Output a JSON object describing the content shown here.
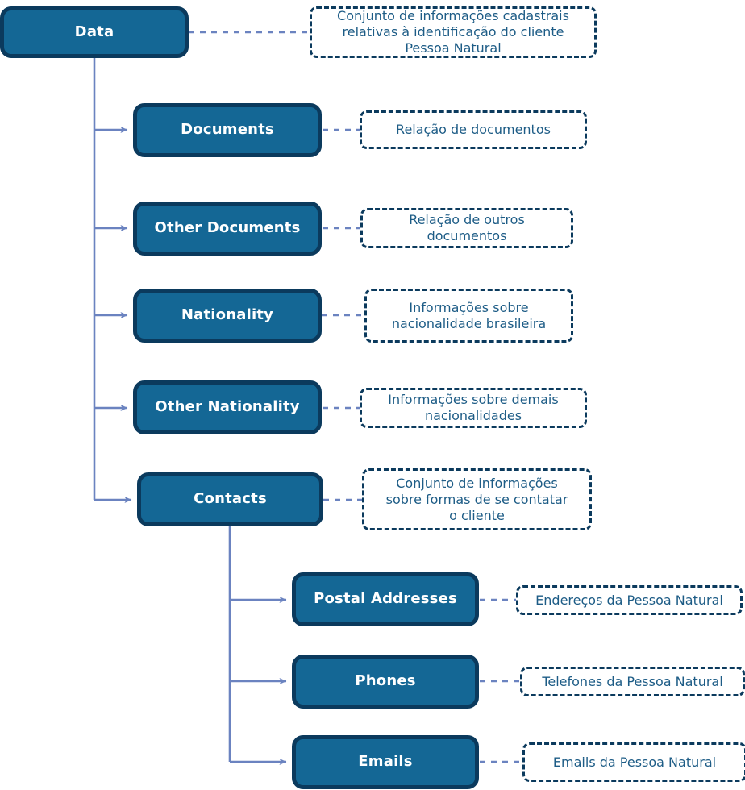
{
  "diagram": {
    "type": "tree",
    "title": "Data",
    "colors": {
      "node_fill": "#146795",
      "node_border": "#0b3a5d",
      "note_border": "#0b3a5d",
      "note_text": "#1d5c86",
      "connector": "#6b83c0",
      "node_text": "#ffffff",
      "background": "#ffffff"
    },
    "nodes": [
      {
        "id": "data",
        "label": "Data",
        "level": 0,
        "note": "Conjunto de informações cadastrais relativas à identificação do cliente Pessoa Natural",
        "note_lines": [
          "Conjunto de informações cadastrais",
          "relativas à identificação do cliente",
          "Pessoa Natural"
        ]
      },
      {
        "id": "documents",
        "label": "Documents",
        "level": 1,
        "parent": "data",
        "note": "Relação de documentos",
        "note_lines": [
          "Relação de documentos"
        ]
      },
      {
        "id": "other-documents",
        "label": "Other Documents",
        "level": 1,
        "parent": "data",
        "note": "Relação de outros documentos",
        "note_lines": [
          "Relação de outros",
          "documentos"
        ]
      },
      {
        "id": "nationality",
        "label": "Nationality",
        "level": 1,
        "parent": "data",
        "note": "Informações sobre nacionalidade brasileira",
        "note_lines": [
          "Informações sobre",
          "nacionalidade brasileira"
        ]
      },
      {
        "id": "other-nationality",
        "label": "Other Nationality",
        "level": 1,
        "parent": "data",
        "note": "Informações sobre demais nacionalidades",
        "note_lines": [
          "Informações sobre demais",
          "nacionalidades"
        ]
      },
      {
        "id": "contacts",
        "label": "Contacts",
        "level": 1,
        "parent": "data",
        "note": "Conjunto de informações sobre formas de se contatar o cliente",
        "note_lines": [
          "Conjunto de informações",
          "sobre formas de se contatar",
          "o cliente"
        ]
      },
      {
        "id": "postal-addresses",
        "label": "Postal Addresses",
        "level": 2,
        "parent": "contacts",
        "note": "Endereços da Pessoa Natural",
        "note_lines": [
          "Endereços da Pessoa Natural"
        ]
      },
      {
        "id": "phones",
        "label": "Phones",
        "level": 2,
        "parent": "contacts",
        "note": "Telefones da Pessoa Natural",
        "note_lines": [
          "Telefones da Pessoa Natural"
        ]
      },
      {
        "id": "emails",
        "label": "Emails",
        "level": 2,
        "parent": "contacts",
        "note": "Emails da Pessoa Natural",
        "note_lines": [
          "Emails da Pessoa Natural"
        ]
      }
    ]
  }
}
